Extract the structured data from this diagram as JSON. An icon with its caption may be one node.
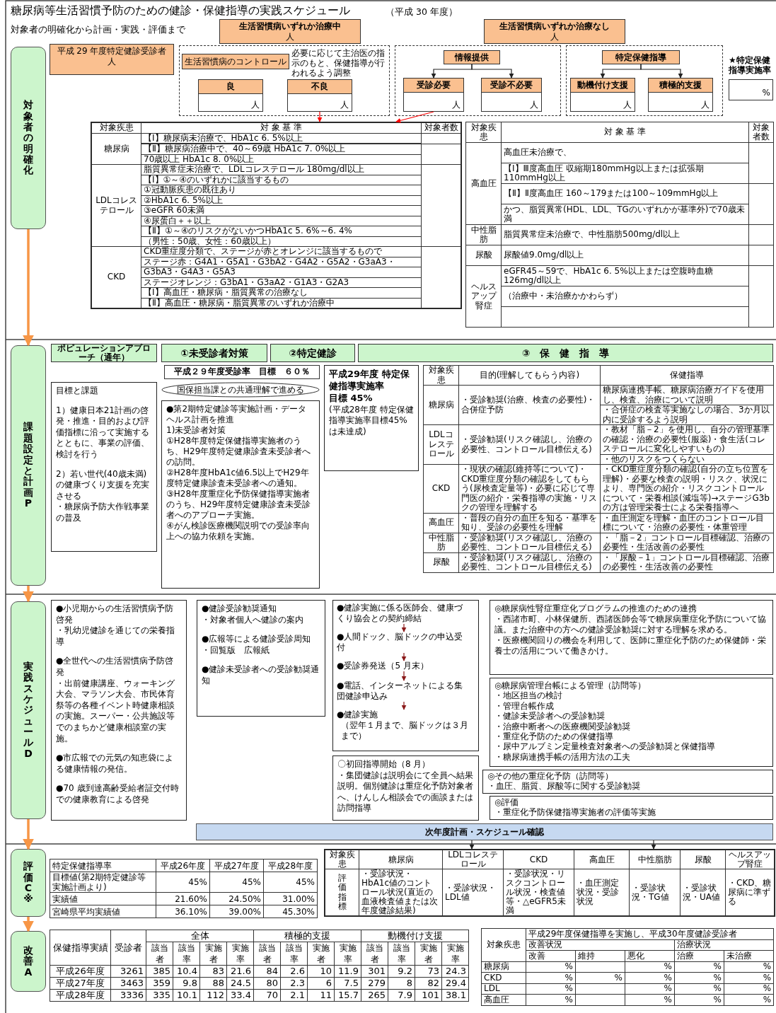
{
  "diagram": {
    "title": "糖尿病等生活習慣予防のための健診・保健指導の実践スケジュール",
    "nodes": [
      {
        "text": [
          "対象者の明確化"
        ]
      },
      {
        "text": [
          "平成 29 年度特定健診受診者",
          "人"
        ]
      },
      {
        "text": [
          "生活習慣病いずれか治療中",
          "人"
        ]
      },
      {
        "text": [
          "生活習慣病いずれか治療なし",
          "人"
        ]
      },
      {
        "text": [
          "必要に応じて主治医の指示のもと、保健指導が行われるよう調整"
        ]
      },
      {
        "text": [
          "生活習慣病のコントロール"
        ],
        "in": 4
      },
      {
        "text": [
          "良",
          "人"
        ],
        "in": 4
      },
      {
        "text": [
          "不良",
          "人"
        ],
        "in": 4
      },
      {
        "text": [],
        "shape": "box"
      },
      {
        "text": [
          "情報提供"
        ],
        "in": 8
      },
      {
        "text": [
          "受診必要",
          "人"
        ],
        "in": 8
      },
      {
        "text": [
          "受診不必要",
          "人"
        ],
        "in": 8
      },
      {
        "text": [],
        "shape": "box"
      },
      {
        "text": [
          "特定保健指導"
        ],
        "in": 12
      },
      {
        "text": [
          "動機付け支援",
          "人"
        ],
        "in": 12
      },
      {
        "text": [
          "積極的支援",
          "人"
        ],
        "in": 12
      },
      {
        "text": [
          "★特定保健指導実施率",
          "%"
        ]
      },
      {
        "text": [],
        "shape": "box"
      },
      {
        "text": [
          "課題設定と計画P"
        ]
      },
      {
        "text": [
          "ポピュレーションアプローチ（通年）"
        ]
      },
      {
        "text": [
          "①未受診者対策"
        ]
      },
      {
        "text": [
          "②特定健診"
        ]
      },
      {
        "text": [
          "③　保　健　指　導"
        ]
      },
      {
        "text": [
          "平成２９年度受診率　目標　６０％"
        ]
      },
      {
        "text": [
          "国保担当課との共通理解で進める"
        ]
      },
      {
        "text": [
          "目標と課題",
          "1）健康日本21計画の啓発・推進・目的および評価指標に沿って実施するとともに、事業の評価、検討を行う",
          "2）若い世代(40歳未満)の健康づくり支援を充実させる",
          "・糖尿病予防大作戦事業の普及"
        ]
      },
      {
        "text": [
          "●第2期特定健診等実施計画・データヘルス計画を推進",
          "1)未受診者対策",
          "①H28年度特定保健指導実施者のうち、H29年度特定健康診査未受診者への訪問。",
          "②H28年度HbA1c値6.5以上でH29年度特定健康診査未受診者への通知。",
          "③H28年度重症化予防保健指導実施者のうち、H29年度特定健康診査未受診者へのアプローチ実施。",
          "④がん検診医療機関説明での受診率向上への協力依頼を実施。"
        ]
      },
      {
        "text": [
          "平成29年度 特定保健指導実施率",
          "目標 45%",
          "(平成28年度 特定保健指導実施率目標45%は未達成)"
        ]
      },
      {
        "text": [
          "実践スケジュールD"
        ]
      },
      {
        "text": [
          "●小児期からの生活習慣病予防啓発",
          "・乳幼児健診を通じての栄養指導",
          "●全世代への生活習慣病予防啓発",
          "・出前健康講座、ウォーキング大会、マラソン大会、市民体育祭等の各種イベント時健康相談の実施。スーパー・公共施設等でのまちかど健康相談室の実施。",
          "●市広報での元気の知恵袋による健康情報の発信。",
          "●70 歳到達高齢受給者証交付時での健康教育による啓発"
        ]
      },
      {
        "text": [
          "●健診受診勧奨通知",
          "・対象者個人へ健診の案内",
          "●広報等による健診受診周知",
          "・回覧版　広報紙",
          "●健診未受診者への受診勧奨通知"
        ]
      },
      {
        "text": [],
        "shape": "box"
      },
      {
        "text": [
          "●健診実施に係る医師会、健康づくり協会との契約締結"
        ],
        "in": 31
      },
      {
        "text": [
          "●人間ドック、脳ドックの申込受付"
        ],
        "in": 31
      },
      {
        "text": [
          "●受診券発送（5 月末）"
        ],
        "in": 31
      },
      {
        "text": [
          "●電話、インターネットによる集団健診申込み"
        ],
        "in": 31
      },
      {
        "text": [
          "●健診実施",
          "（翌年１月まで、脳ドックは３月まで）"
        ],
        "in": 31
      },
      {
        "text": [
          "〇初回指導開始（8 月）",
          "・集団健診は説明会にて全員へ結果説明。個別健診は重症化予防対象者へ、けんしん相談会での面談または訪問指導"
        ]
      },
      {
        "text": [
          "◎糖尿病性腎症重症化プログラムの推進のための連携",
          "・西諸市町、小林保健所、西諸医師会等で糖尿病重症化予防について協議。また治療中の方への健診受診勧奨に対する理解を求める。",
          "・医療機関回りの機会を利用して、医師に重症化予防のため保健師・栄養士の活用について働きかけ。"
        ]
      },
      {
        "text": [
          "◎糖尿病管理台帳による管理（訪問等）",
          "・地区担当の検討",
          "・管理台帳作成",
          "・健診未受診者への受診勧奨",
          "・治療中断者への医療機関受診勧奨",
          "・重症化予防のための保健指導",
          "・尿中アルブミン定量検査対象者への受診勧奨と保健指導",
          "・糖尿病連携手帳の活用方法の工夫"
        ]
      },
      {
        "text": [
          "◎その他の重症化予防（訪問等）",
          "・血圧、脂質、尿酸等に関する受診勧奨"
        ]
      },
      {
        "text": [
          "◎評価",
          "・重症化予防保健指導実施者の評価等実施"
        ]
      },
      {
        "text": [
          "次年度計画・スケジュール確認"
        ]
      },
      {
        "text": [
          "評価C※"
        ]
      },
      {
        "text": [],
        "shape": "box"
      },
      {
        "text": [
          "改善A"
        ]
      }
    ],
    "edges": [
      {
        "from": 9,
        "to": 10,
        "arrow": "to"
      },
      {
        "from": 9,
        "to": 11,
        "arrow": "to"
      },
      {
        "from": 13,
        "to": 14,
        "arrow": "to"
      },
      {
        "from": 13,
        "to": 15,
        "arrow": "to"
      },
      {
        "from": 7,
        "to": 17,
        "arrow": "to",
        "color": "#ff0000"
      },
      {
        "from": 10,
        "to": 17,
        "arrow": "to",
        "color": "#ff0000"
      },
      {
        "from": 0,
        "to": 18,
        "arrow": "to",
        "style": "thick",
        "color": "#f79646"
      },
      {
        "from": 18,
        "to": 28,
        "arrow": "to",
        "style": "thick",
        "color": "#f79646"
      },
      {
        "from": 32,
        "to": 33,
        "arrow": "to",
        "color": "#8b1a1a"
      },
      {
        "from": 33,
        "to": 34,
        "arrow": "to",
        "color": "#8b1a1a"
      },
      {
        "from": 34,
        "to": 35,
        "arrow": "to",
        "color": "#8b1a1a"
      },
      {
        "from": 35,
        "to": 36,
        "arrow": "to",
        "color": "#8b1a1a"
      },
      {
        "from": 42,
        "to": 44,
        "arrow": "to"
      },
      {
        "from": 42,
        "to": 44,
        "arrow": "to"
      },
      {
        "from": 28,
        "to": 43,
        "arrow": "to",
        "style": "thick",
        "color": "#f79646"
      },
      {
        "from": 43,
        "to": 45,
        "arrow": "to",
        "style": "thick",
        "color": "#f79646"
      }
    ],
    "labels": [
      "（平成 30 年度）",
      "対象者の明確化から計画・実践・評価まで",
      "対象疾患",
      "対 象 基 準",
      "対象者数",
      "糖尿病",
      "【Ⅰ】糖尿病未治療で、HbA1c 6. 5%以上",
      "【Ⅱ】糖尿病治療中で、40～69歳 HbA1c 7. 0%以上",
      "70歳以上 HbA1c 8. 0%以上",
      "LDLコレステロール",
      "脂質異常症未治療で、LDLコレステロール 180mg/dl以上",
      "【Ⅰ】①～④のいずれかに該当するもの",
      "①冠動脈疾患の既往あり",
      "②HbA1c 6. 5%以上",
      "③eGFR 60未満",
      "④尿蛋白＋＋以上",
      "【Ⅱ】①～④のリスクがないかつHbA1c 5. 6%～6. 4%",
      "（男性：50歳、女性：60歳以上）",
      "CKD",
      "CKD重症度分類で、ステージが赤とオレンジに該当するもので",
      "ステージ赤：G4A1・G5A1・G3bA2・G4A2・G5A2・G3aA3・",
      "G3bA3・G4A3・G5A3",
      "ステージオレンジ：G3bA1・G3aA2・G1A3・G2A3",
      "【Ⅰ】高血圧・糖尿病・脂質異常の治療なし",
      "【Ⅱ】高血圧・糖尿病・脂質異常のいずれか治療中",
      "対象疾患",
      "対 象 基 準",
      "対象者数",
      "高血圧",
      "高血圧未治療で、",
      "【Ⅰ】Ⅲ度高血圧 収縮期180mmHg以上または拡張期110mmHg以上",
      "【Ⅱ】Ⅱ度高血圧 160～179または100～109mmHg以上",
      "かつ、脂質異常(HDL、LDL、TGのいずれかが基準外)で70歳未満",
      "中性脂肪",
      "脂質異常症未治療で、中性脂肪500mg/dl以上",
      "尿酸",
      "尿酸値9.0mg/dl以上",
      "ヘルスアップ腎症",
      "eGFR45～59で、HbA1c 6. 5%以上または空腹時血糖 126mg/dl以上",
      "（治療中・未治療かかわらず）",
      "対象疾患",
      "目的(理解してもらう内容)",
      "保健指導",
      "糖尿病",
      "・受診勧奨(治療、検査の必要性)・合併症予防",
      "糖尿病連携手帳、糖尿病治療ガイドを使用し、検査、治療について説明",
      "・合併症の検査等実施なしの場合、3か月以内に受診するよう説明",
      "LDLコレステロール",
      "・受診勧奨(リスク確認し、治療の必要性、コントロール目標伝える)",
      "・教材「脂－2」を使用し、自分の管理基準の確認・治療の必要性(服薬)・食生活(コレステロールに変化しやすいもの)",
      "・他のリスクをつくらない",
      "CKD",
      "・現状の確認(維持等について)・CKD重症度分類の確認をしてもらう(尿検査定量等)・必要に応じて専門医の紹介・栄養指導の実施・リスクの管理を理解する",
      "・CKD重症度分類の確認(自分の立ち位置を理解)・必要な検査の説明・リスク、状況により、専門医の紹介・リスクコントロールについて・栄養相談(減塩等)→ステージG3bの方は管理栄養士による栄養指導へ",
      "高血圧",
      "・普段の自分の血圧を知る・基準を知り、受診の必要性を理解",
      "・血圧測定を理解・血圧のコントロール目標について・治療の必要性・体重管理",
      "中性脂肪",
      "・受診勧奨(リスク確認し、治療の必要性、コントロール目標伝える)",
      "・「脂－2」コントロール目標確認、治療の必要性・生活改善の必要性",
      "尿酸",
      "・受診勧奨(リスク確認し、治療の必要性、コントロール目標伝える)",
      "・「尿酸－1」コントロール目標確認、治療の必要性・生活改善の必要性",
      "特定保健指導率",
      "平成26年度",
      "平成27年度",
      "平成28年度",
      "目標値(第2期特定健診等実施計画より)",
      "45%",
      "45%",
      "45%",
      "実績値",
      "21.60%",
      "24.50%",
      "31.00%",
      "宮崎県平均実績値",
      "36.10%",
      "39.00%",
      "45.30%",
      "対象疾患",
      "糖尿病",
      "LDLコレステロール",
      "CKD",
      "高血圧",
      "中性脂肪",
      "尿酸",
      "ヘルスアップ腎症",
      "評価指標",
      "・受診状況・HbA1c値のコントロール状況(直近の血液検査値または次年度健診結果)",
      "・受診状況・LDL値",
      "・受診状況・リスクコントロール状況・検査値等・△eGFR5未満",
      "・血圧測定状況・受診状況",
      "・受診状況・TG値",
      "・受診状況・UA値",
      "・CKD、糖尿病に準ずる",
      "保健指導実績",
      "受診者",
      "全体",
      "積極的支援",
      "動機付け支援",
      "該当者",
      "該当率",
      "実施者",
      "実施率",
      "該当者",
      "該当率",
      "実施者",
      "実施率",
      "該当者",
      "該当率",
      "実施者",
      "実施率",
      "平成26年度",
      "3261",
      "385",
      "10.4",
      "83",
      "21.6",
      "84",
      "2.6",
      "10",
      "11.9",
      "301",
      "9.2",
      "73",
      "24.3",
      "平成27年度",
      "3463",
      "359",
      "9.8",
      "88",
      "24.5",
      "80",
      "2.3",
      "6",
      "7.5",
      "279",
      "8",
      "82",
      "29.4",
      "平成28年度",
      "3336",
      "335",
      "10.1",
      "112",
      "33.4",
      "70",
      "2.1",
      "11",
      "15.7",
      "265",
      "7.9",
      "101",
      "38.1",
      "対象疾患",
      "平成29年度保健指導を実施し、平成30年度健診受診者",
      "改善状況",
      "治療状況",
      "改善",
      "維持",
      "悪化",
      "治療",
      "未治療",
      "糖尿病",
      "%",
      "%",
      "%",
      "%",
      "CKD",
      "%",
      "%",
      "%",
      "%",
      "%",
      "LDL",
      "%",
      "%",
      "%",
      "%",
      "高血圧",
      "%",
      "%",
      "%",
      "%"
    ]
  }
}
